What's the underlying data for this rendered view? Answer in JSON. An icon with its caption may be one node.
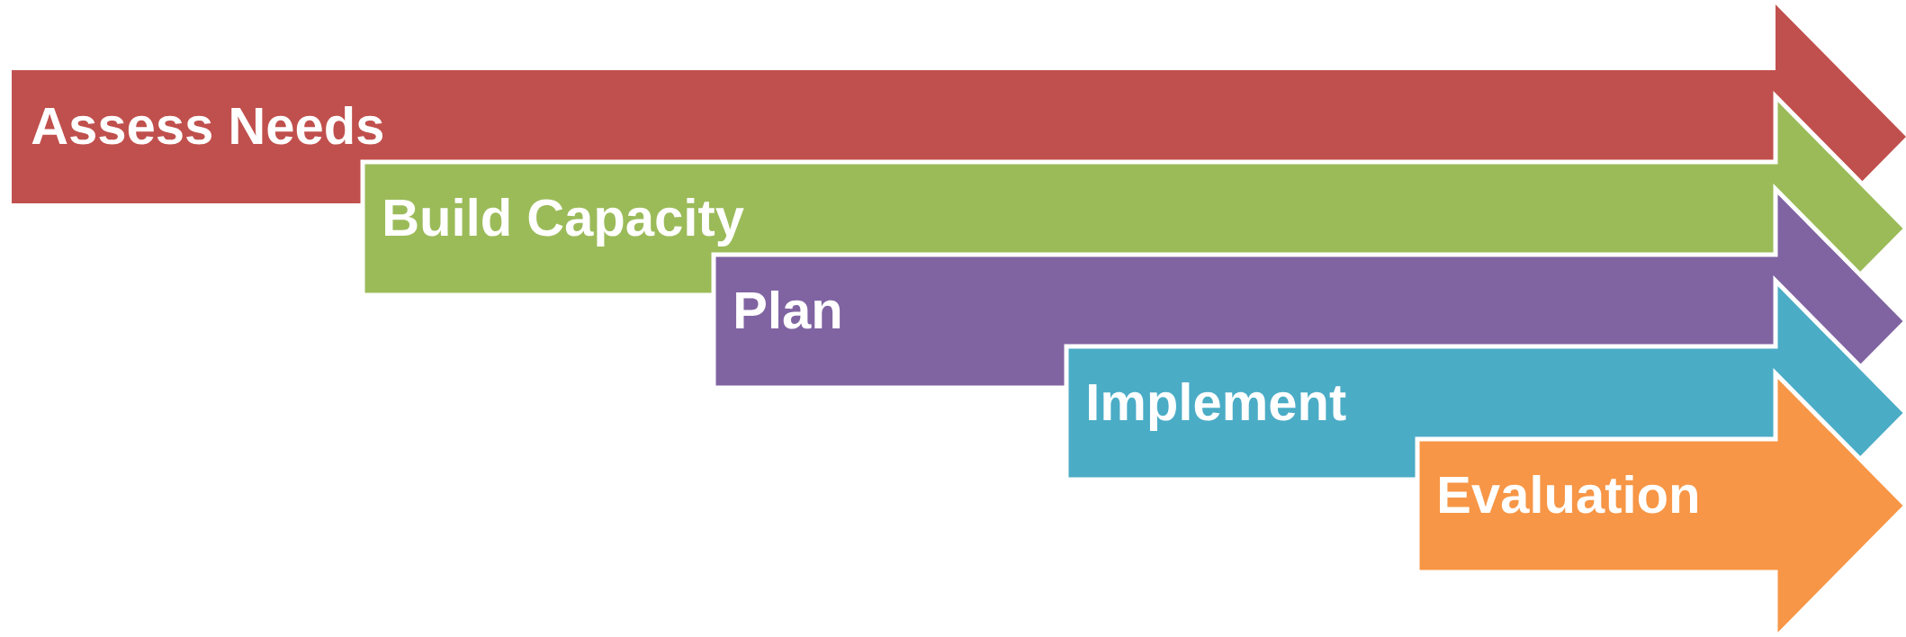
{
  "diagram": {
    "nodes": [
      {
        "text": [
          "Assess Needs"
        ]
      },
      {
        "text": [
          "Build Capacity"
        ]
      },
      {
        "text": [
          "Plan"
        ]
      },
      {
        "text": [
          "Implement"
        ]
      },
      {
        "text": [
          "Evaluation"
        ]
      }
    ]
  }
}
